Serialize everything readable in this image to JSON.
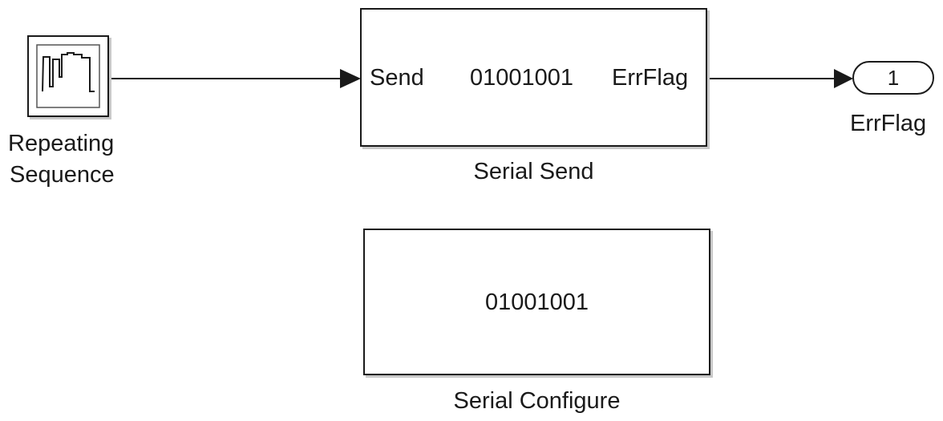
{
  "blocks": {
    "repeating_sequence": {
      "label_line1": "Repeating",
      "label_line2": "Sequence"
    },
    "serial_send": {
      "label": "Serial Send",
      "input_port": "Send",
      "middle_text": "01001001",
      "output_port": "ErrFlag"
    },
    "outport": {
      "number": "1",
      "label": "ErrFlag"
    },
    "serial_configure": {
      "label": "Serial Configure",
      "middle_text": "01001001"
    }
  }
}
